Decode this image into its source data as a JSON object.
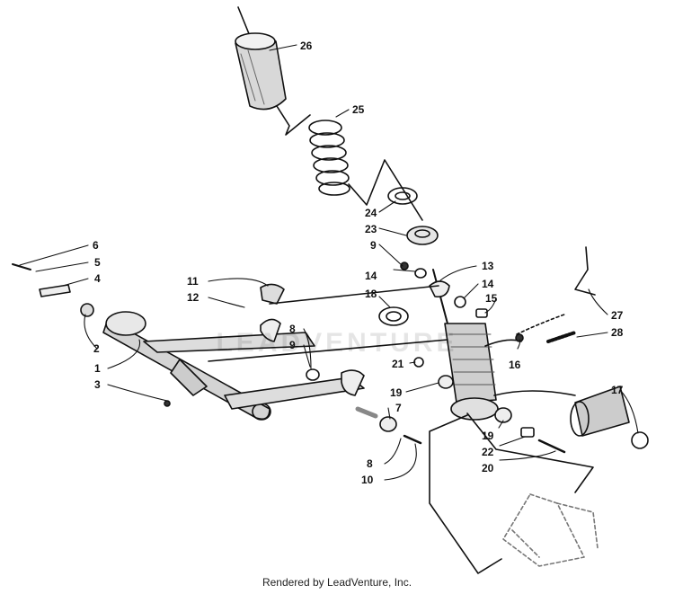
{
  "diagram": {
    "title": "Shock absorber and suspension arm assembly exploded view",
    "callouts": [
      {
        "id": "c26",
        "label": "26"
      },
      {
        "id": "c25",
        "label": "25"
      },
      {
        "id": "c24",
        "label": "24"
      },
      {
        "id": "c23",
        "label": "23"
      },
      {
        "id": "c9a",
        "label": "9"
      },
      {
        "id": "c13",
        "label": "13"
      },
      {
        "id": "c14a",
        "label": "14"
      },
      {
        "id": "c14b",
        "label": "14"
      },
      {
        "id": "c15",
        "label": "15"
      },
      {
        "id": "c18",
        "label": "18"
      },
      {
        "id": "c27",
        "label": "27"
      },
      {
        "id": "c28",
        "label": "28"
      },
      {
        "id": "c16",
        "label": "16"
      },
      {
        "id": "c17",
        "label": "17"
      },
      {
        "id": "c21",
        "label": "21"
      },
      {
        "id": "c19a",
        "label": "19"
      },
      {
        "id": "c19b",
        "label": "19"
      },
      {
        "id": "c22",
        "label": "22"
      },
      {
        "id": "c20",
        "label": "20"
      },
      {
        "id": "c6",
        "label": "6"
      },
      {
        "id": "c5",
        "label": "5"
      },
      {
        "id": "c4",
        "label": "4"
      },
      {
        "id": "c2",
        "label": "2"
      },
      {
        "id": "c1",
        "label": "1"
      },
      {
        "id": "c3",
        "label": "3"
      },
      {
        "id": "c11",
        "label": "11"
      },
      {
        "id": "c12",
        "label": "12"
      },
      {
        "id": "c8a",
        "label": "8"
      },
      {
        "id": "c9b",
        "label": "9"
      },
      {
        "id": "c7",
        "label": "7"
      },
      {
        "id": "c8b",
        "label": "8"
      },
      {
        "id": "c10",
        "label": "10"
      }
    ]
  },
  "watermark": "LEADVENTURE",
  "footer": {
    "credit": "Rendered by LeadVenture, Inc."
  }
}
